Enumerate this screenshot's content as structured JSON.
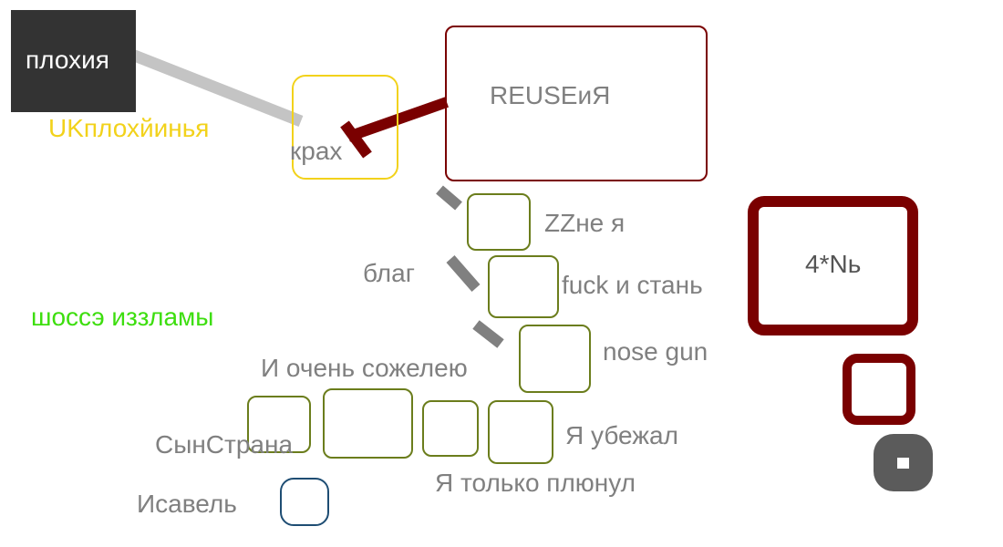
{
  "labels": {
    "bad": "плохия",
    "uk": "UKплохйинья",
    "crash": "крах",
    "reuse": "REUSEиЯ",
    "zz": "ZZне я",
    "blag": "благ",
    "fuck": "fuck и стань",
    "highway": "шоссэ иззламы",
    "nose": "nose gun",
    "regret": "И очень сожелею",
    "son": "СынСтрана",
    "ran": "Я убежал",
    "spit": "Я только плюнул",
    "isabel": "Исавель",
    "fourN": "4*Nь"
  },
  "colors": {
    "dark_box": "#333333",
    "gray_text": "#808080",
    "yellow": "#f2d21b",
    "green": "#3dde0e",
    "maroon": "#7a0000",
    "olive": "#6b7d1c",
    "navy": "#1e4d73",
    "connector_light": "#c4c4c4",
    "connector_dark": "#808080"
  }
}
